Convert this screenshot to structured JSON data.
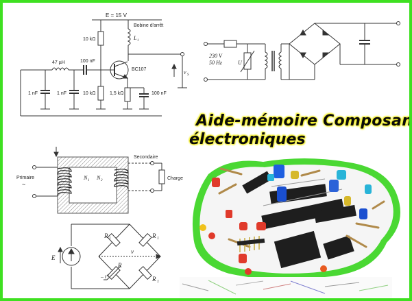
{
  "title": {
    "line1": "Aide-mémoire  Composants",
    "line2": "électroniques"
  },
  "amplifier": {
    "supply": "E = 15 V",
    "choke": "Bobine d'arrêt",
    "inductor_ref": "L",
    "inductor_sub": "1",
    "r_top": "10 kΩ",
    "r_bottom": "10 kΩ",
    "r_emitter": "1,5 kΩ",
    "coil": "47 µH",
    "c_in": "100 nF",
    "c_emitter": "100 nF",
    "c1": "1 nF",
    "c2": "1 nF",
    "transistor": "BC107",
    "output": "v",
    "output_sub": "S"
  },
  "power_supply": {
    "voltage": "230 V",
    "frequency": "50 Hz",
    "varistor": "U"
  },
  "transformer": {
    "primary": "Primaire",
    "ac_symbol": "~",
    "secondary": "Secondaire",
    "load": "Charge",
    "n1": "N",
    "n1_sub": "1",
    "n2": "N",
    "n2_sub": "2"
  },
  "bridge": {
    "r1_a": "R",
    "r1_b": "R",
    "r1_c": "R",
    "r1_sub": "1",
    "r": "R",
    "source": "E",
    "voltage": "v",
    "temp": "– t°"
  },
  "colors": {
    "border": "#3fe021",
    "title_glow": "#f4ef20",
    "line": "#333333"
  }
}
